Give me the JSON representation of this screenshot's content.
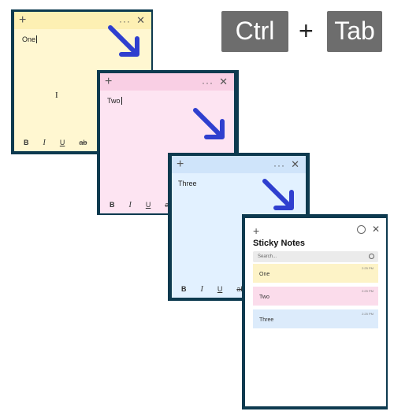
{
  "shortcut": {
    "key1": "Ctrl",
    "plus": "+",
    "key2": "Tab"
  },
  "notes": [
    {
      "text": "One",
      "color": "#fff7d1",
      "bar_color": "#fdf0b3"
    },
    {
      "text": "Two",
      "color": "#fde4f2",
      "bar_color": "#f9cfe4"
    },
    {
      "text": "Three",
      "color": "#e2f1ff",
      "bar_color": "#cfe4fa"
    }
  ],
  "format_bar": {
    "bold": "B",
    "italic": "I",
    "underline": "U",
    "strike": "ab"
  },
  "list": {
    "title": "Sticky Notes",
    "search_placeholder": "Search...",
    "items": [
      {
        "label": "One",
        "time": "2:25 PM",
        "color": "#fdf3c7"
      },
      {
        "label": "Two",
        "time": "2:25 PM",
        "color": "#fbdceb"
      },
      {
        "label": "Three",
        "time": "2:25 PM",
        "color": "#dcebfb"
      }
    ]
  },
  "accent_color": "#2f3fcf",
  "frame_color": "#0d3a4f"
}
